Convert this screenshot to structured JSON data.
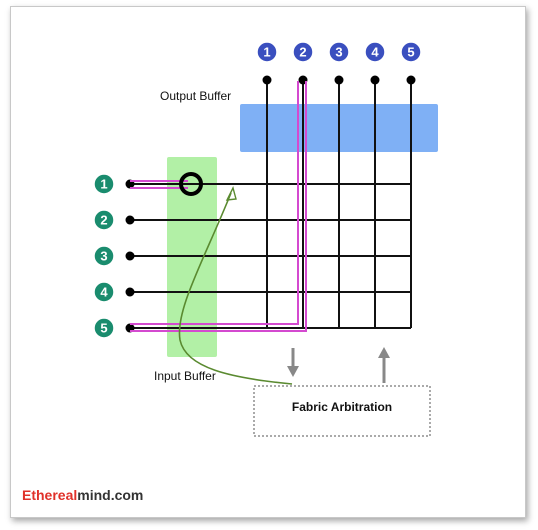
{
  "diagram": {
    "output_buffer_label": "Output Buffer",
    "input_buffer_label": "Input Buffer",
    "fabric_label": "Fabric Arbitration",
    "output_ports": [
      "1",
      "2",
      "3",
      "4",
      "5"
    ],
    "input_ports": [
      "1",
      "2",
      "3",
      "4",
      "5"
    ],
    "colors": {
      "output_badge": "#3a4fbf",
      "input_badge": "#1a8c6e",
      "output_buffer": "#7fb0f5",
      "input_buffer": "#b2f0a6",
      "path": "#d44ad0",
      "arrow_green": "#5a8a30",
      "grid": "#111111"
    },
    "watermark": {
      "prefix": "Ethereal",
      "suffix": "mind.com"
    }
  }
}
